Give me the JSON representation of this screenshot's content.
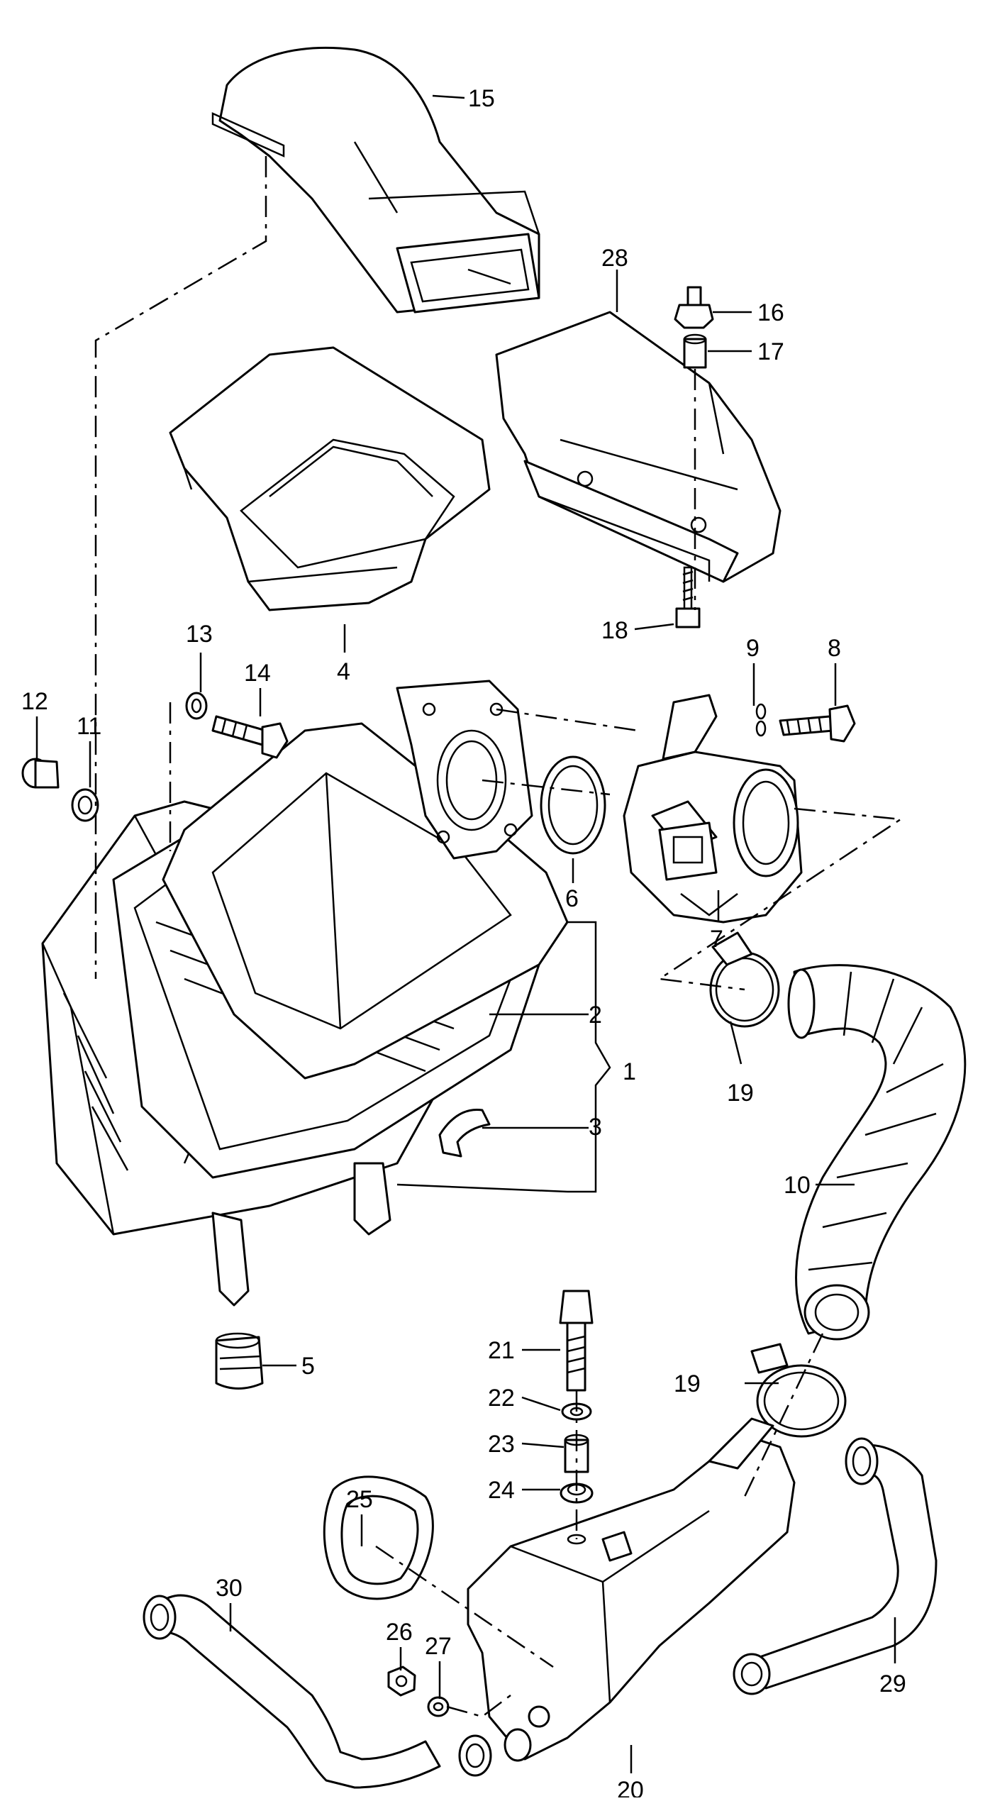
{
  "callouts": {
    "c1": "1",
    "c2": "2",
    "c3": "3",
    "c4": "4",
    "c5": "5",
    "c6": "6",
    "c7": "7",
    "c8": "8",
    "c9": "9",
    "c10": "10",
    "c11": "11",
    "c12": "12",
    "c13": "13",
    "c14": "14",
    "c15": "15",
    "c16": "16",
    "c17": "17",
    "c18": "18",
    "c19a": "19",
    "c19b": "19",
    "c20": "20",
    "c21": "21",
    "c22": "22",
    "c23": "23",
    "c24": "24",
    "c25": "25",
    "c26": "26",
    "c27": "27",
    "c28": "28",
    "c29": "29",
    "c30": "30"
  }
}
